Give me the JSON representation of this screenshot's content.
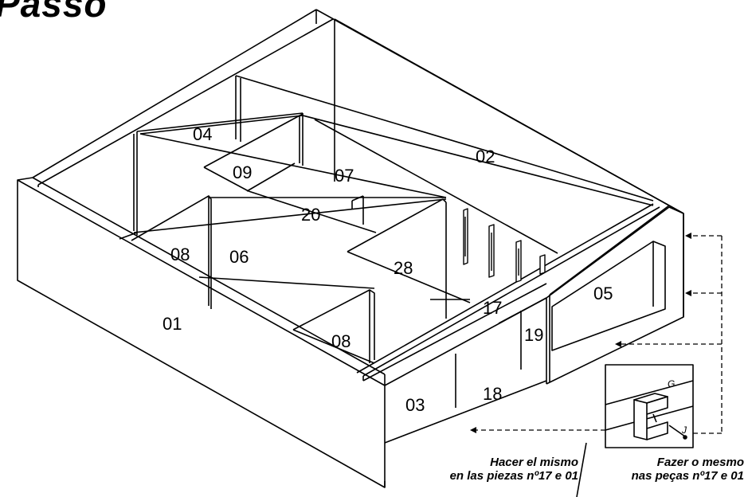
{
  "title": "Passo",
  "parts": {
    "p01": "01",
    "p02": "02",
    "p03": "03",
    "p04": "04",
    "p05": "05",
    "p06": "06",
    "p07": "07",
    "p08a": "08",
    "p08b": "08",
    "p09": "09",
    "p17": "17",
    "p18": "18",
    "p19": "19",
    "p20": "20",
    "p28": "28"
  },
  "detail": {
    "g": "G",
    "j": "J"
  },
  "notes": {
    "es_line1": "Hacer el mismo",
    "es_line2": "en las piezas nº17 e 01",
    "pt_line1": "Fazer o mesmo",
    "pt_line2": "nas peças nº17 e 01"
  }
}
